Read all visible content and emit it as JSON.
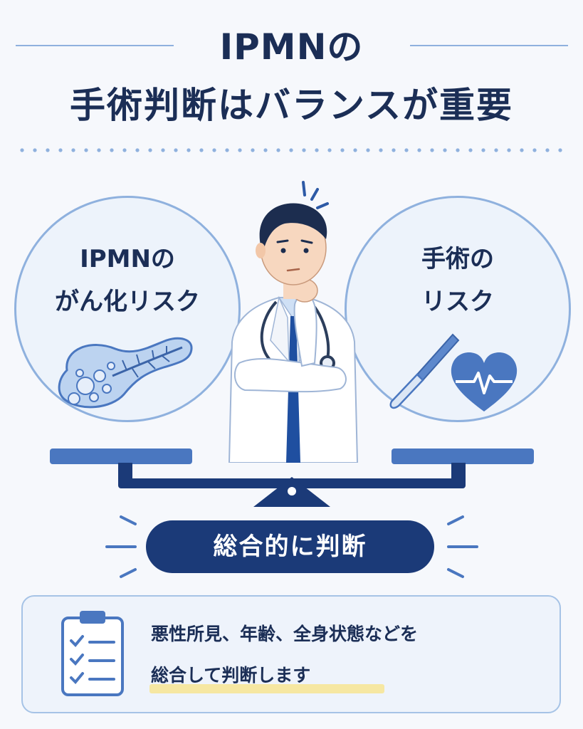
{
  "title": {
    "line1": "IPMNの",
    "line2": "手術判断はバランスが重要"
  },
  "left_weight": {
    "line1": "IPMNの",
    "line2": "がん化リスク",
    "icon": "pancreas-icon"
  },
  "right_weight": {
    "line1": "手術の",
    "line2": "リスク",
    "icons": [
      "scalpel-icon",
      "heart-pulse-icon"
    ]
  },
  "center_figure": "doctor-thinking",
  "verdict": {
    "label": "総合的に判断"
  },
  "note": {
    "line1": "悪性所見、年齢、全身状態などを",
    "line2": "総合して判断します",
    "icon": "clipboard-checklist-icon"
  },
  "colors": {
    "navy": "#1b2e56",
    "accent_blue": "#1b3a78",
    "mid_blue": "#4a77c0",
    "light_blue": "#8fb1de",
    "circle_fill": "#edf3fb",
    "highlight": "#f6e7a2"
  }
}
